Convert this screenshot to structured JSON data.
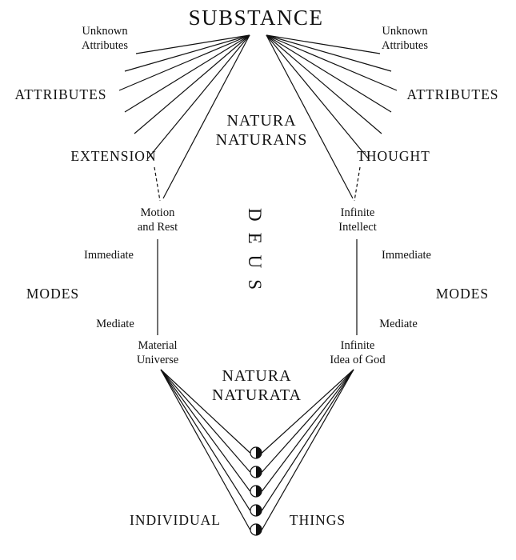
{
  "diagram": {
    "title": "SUBSTANCE",
    "natura_naturans": "NATURA\nNATURANS",
    "deus": "DEUS",
    "natura_naturata": "NATURA\nNATURATA",
    "left": {
      "unknown_attributes": "Unknown\nAttributes",
      "attributes": "ATTRIBUTES",
      "attribute": "EXTENSION",
      "immediate_mode": "Motion\nand Rest",
      "immediate_label": "Immediate",
      "modes_label": "MODES",
      "mediate_label": "Mediate",
      "mediate_mode": "Material\nUniverse"
    },
    "right": {
      "unknown_attributes": "Unknown\nAttributes",
      "attributes": "ATTRIBUTES",
      "attribute": "THOUGHT",
      "immediate_mode": "Infinite\nIntellect",
      "immediate_label": "Immediate",
      "modes_label": "MODES",
      "mediate_label": "Mediate",
      "mediate_mode": "Infinite\nIdea of God"
    },
    "bottom": {
      "individual": "INDIVIDUAL",
      "things": "THINGS"
    },
    "colors": {
      "ink": "#111111",
      "background": "#ffffff"
    }
  }
}
